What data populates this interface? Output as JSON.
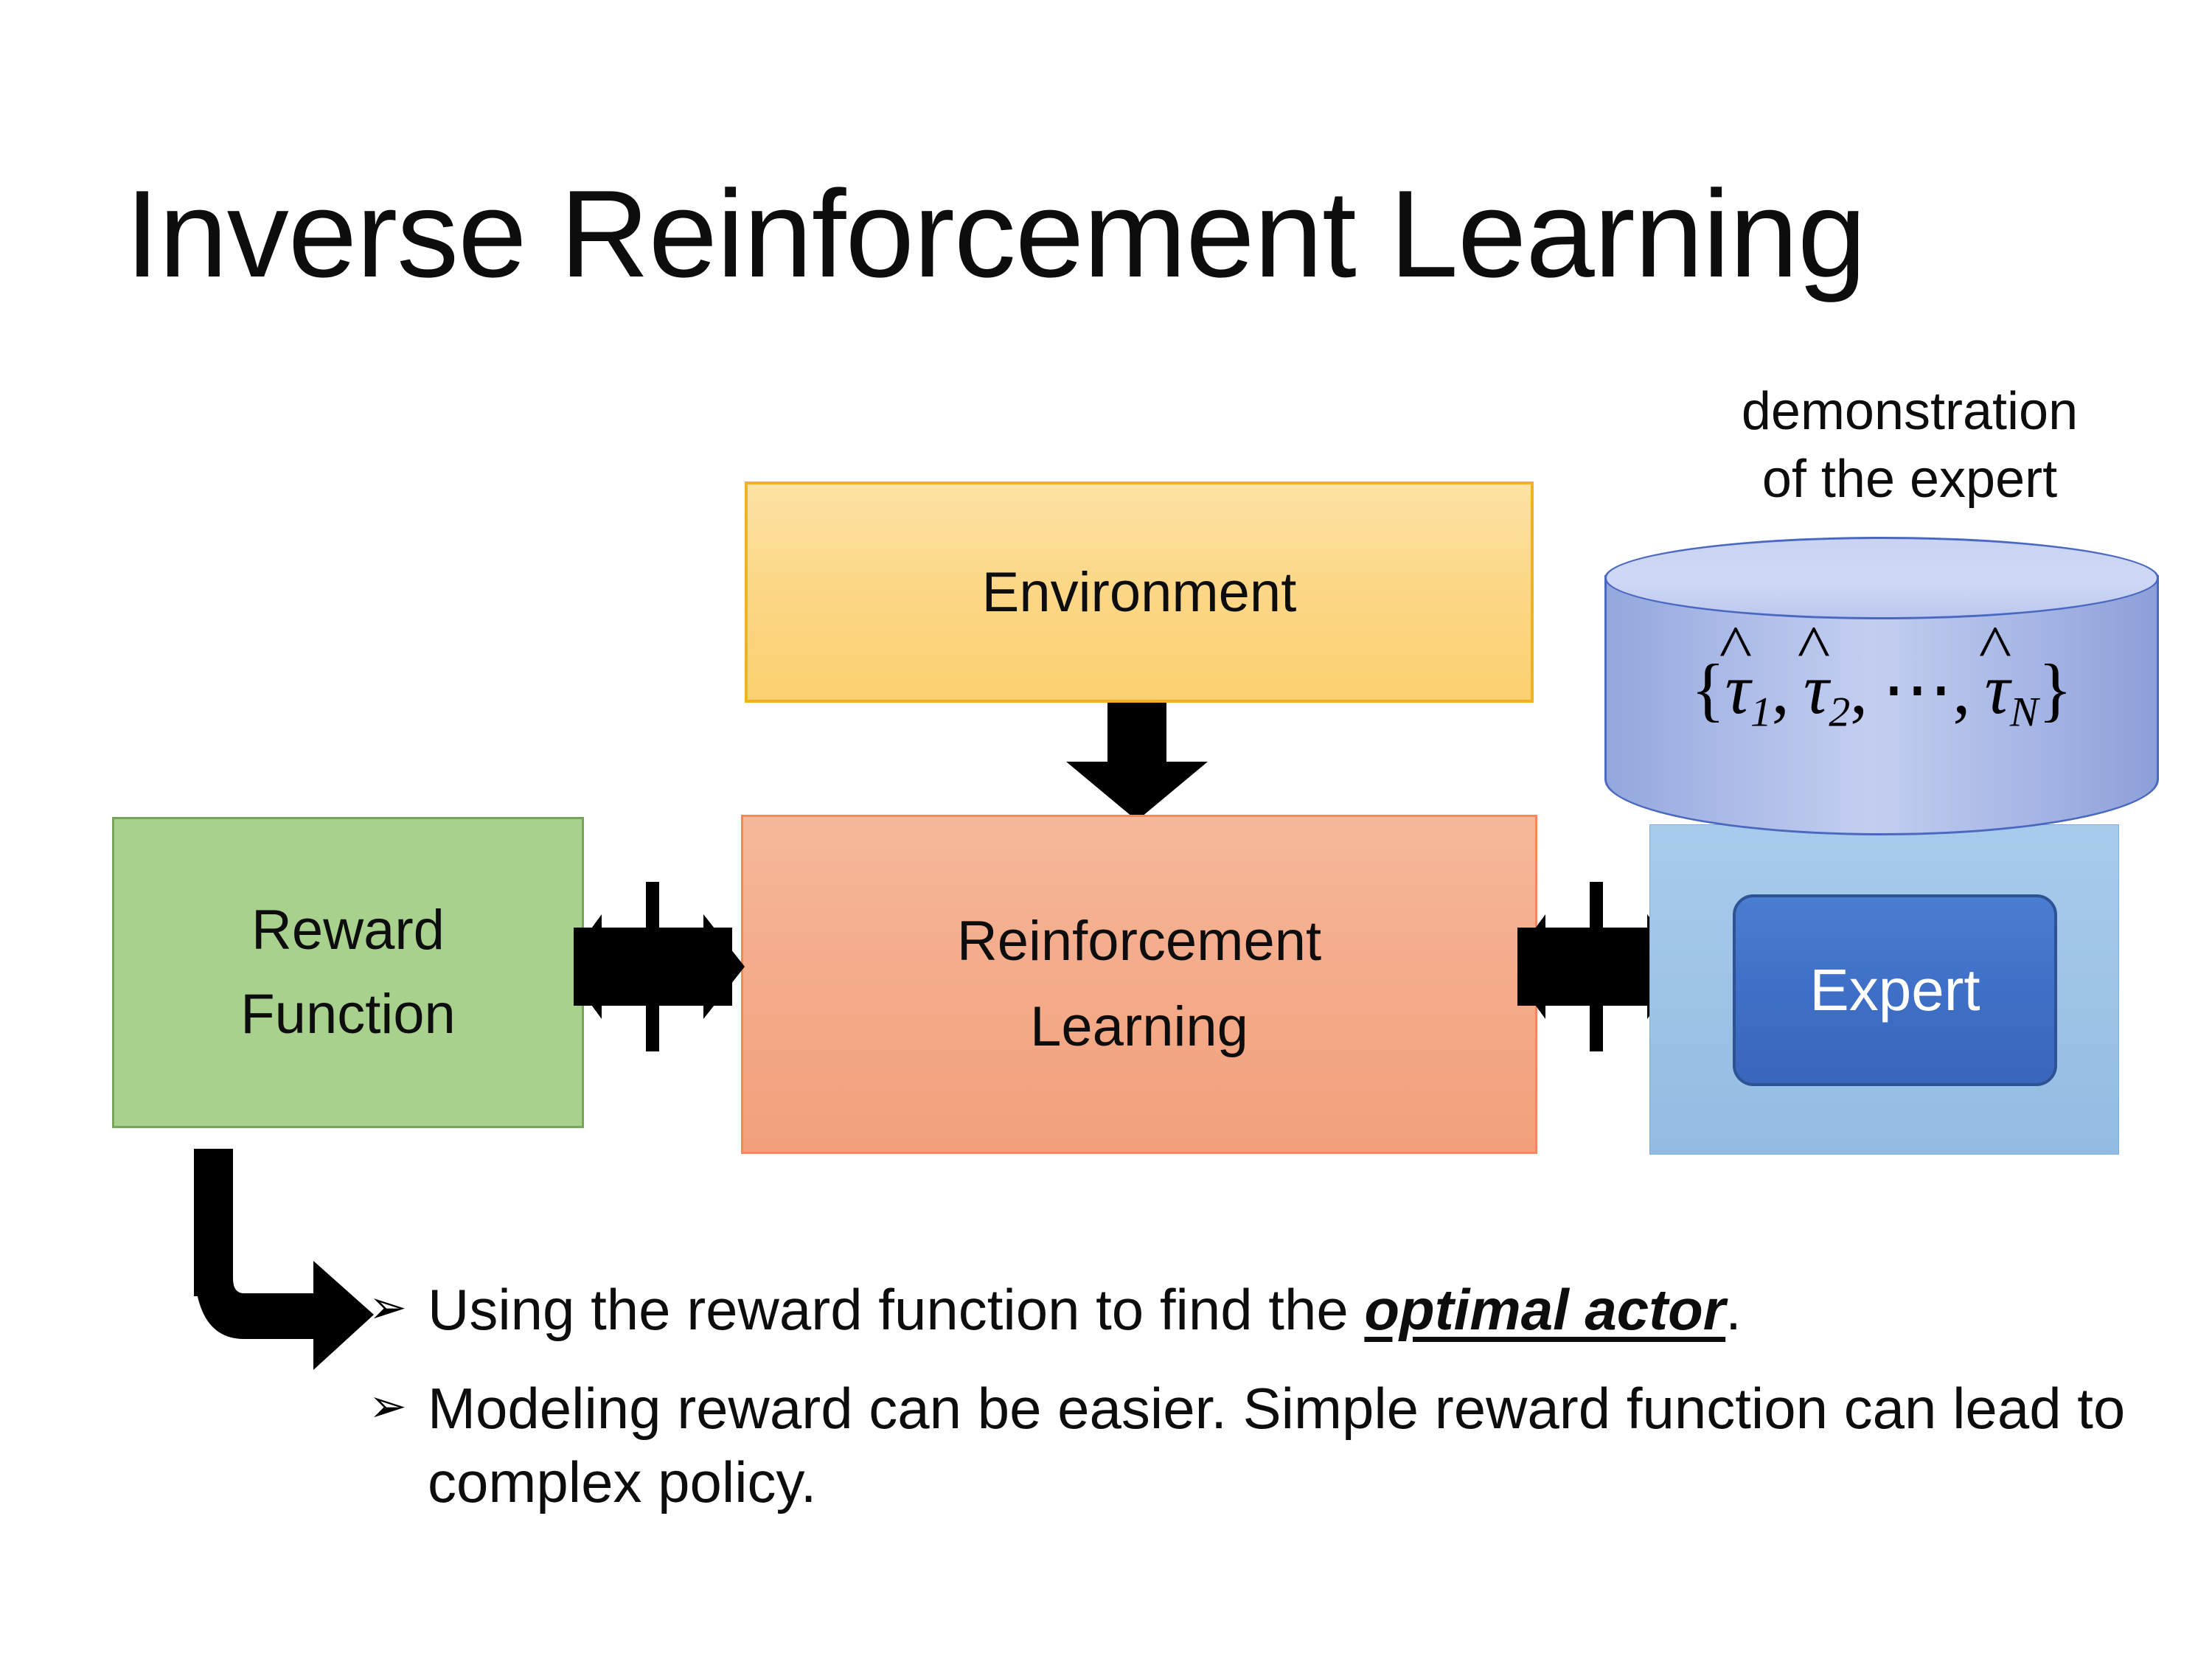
{
  "slide": {
    "title": "Inverse Reinforcement Learning",
    "background_color": "#FFFFFF"
  },
  "diagram": {
    "environment": {
      "label": "Environment",
      "fill_color": "#FCD786",
      "border_color": "#EFB321"
    },
    "reinforcement_learning": {
      "label_line1": "Reinforcement",
      "label_line2": "Learning",
      "fill_color": "#F4AC8B",
      "border_color": "#ED8B5E"
    },
    "reward_function": {
      "label_line1": "Reward",
      "label_line2": "Function",
      "fill_color": "#A9D18E",
      "border_color": "#77A55A"
    },
    "expert_panel": {
      "caption_line1": "demonstration",
      "caption_line2": "of the expert",
      "panel_fill_color": "#9DC3E6",
      "cylinder_fill_color": "#A7B7E6",
      "cylinder_border_color": "#4A68C0",
      "formula": {
        "open_brace": "{",
        "tau_symbol": "τ",
        "sub1": "1",
        "sub2": "2",
        "subN": "N",
        "comma": ",",
        "ellipsis": "⋯",
        "close_brace": "}"
      },
      "expert": {
        "label": "Expert",
        "fill_color": "#3F6FC6",
        "border_color": "#2E5296",
        "text_color": "#FFFFFF"
      }
    },
    "connectors": {
      "environment_to_rl": "down-arrow",
      "reward_to_rl": "left-right-up-down-quad-arrow",
      "rl_to_expert": "left-right-up-down-quad-arrow",
      "reward_to_bullets": "bent-elbow-arrow",
      "arrow_color": "#000000"
    }
  },
  "bullets": {
    "marker": "➢",
    "items": [
      {
        "prefix": "Using the reward function to find the ",
        "emphasis": "optimal actor",
        "suffix": "."
      },
      {
        "prefix": "Modeling reward can be easier. Simple reward function can lead to complex policy.",
        "emphasis": "",
        "suffix": ""
      }
    ]
  }
}
